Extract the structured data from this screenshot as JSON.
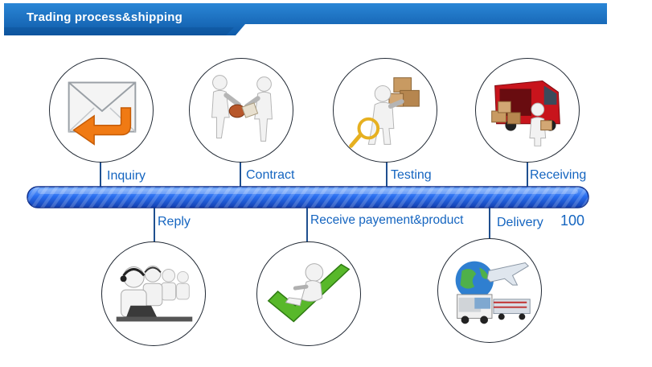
{
  "header": {
    "title": "Trading  process&shipping"
  },
  "steps_top": [
    {
      "label": "Inquiry"
    },
    {
      "label": "Contract"
    },
    {
      "label": "Testing"
    },
    {
      "label": "Receiving"
    }
  ],
  "steps_bottom": [
    {
      "label": "Reply"
    },
    {
      "label": "Receive payement&product"
    },
    {
      "label": "Delivery"
    }
  ],
  "page_number": "100",
  "colors": {
    "banner": "#1a6fbf",
    "bar": "#1e5fd8",
    "label": "#1565c0"
  },
  "icons": [
    "envelope-reply-icon",
    "handshake-contract-icon",
    "boxes-inspection-icon",
    "delivery-van-icon",
    "call-center-icon",
    "checkmark-person-icon",
    "transport-globe-icon"
  ]
}
